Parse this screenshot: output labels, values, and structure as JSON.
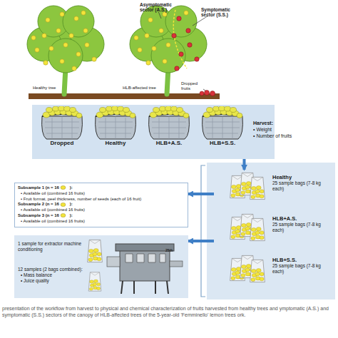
{
  "diagram": {
    "caption": "presentation of the workflow from harvest to physical and chemical characterization of fruits harvested from healthy trees and ymptomatic (A.S.) and symptomatic (S.S.) sectors of the canopy of HLB-affected trees of the 5-year-old 'Femminello' lemon trees ork.",
    "nodes": [
      {
        "text": [
          "Harvest:",
          "• Weight",
          "• Number of fruits"
        ]
      },
      {
        "text": [
          "Dropped"
        ],
        "in": 0
      },
      {
        "text": [
          "Healthy"
        ],
        "in": 0
      },
      {
        "text": [
          "HLB+A.S."
        ],
        "in": 0
      },
      {
        "text": [
          "HLB+S.S."
        ],
        "in": 0
      },
      {
        "text": [
          "Healthy",
          "25 sample bags (7-8 kg each)"
        ]
      },
      {
        "text": [
          "HLB+A.S.",
          "25 sample bags (7-8 kg each)"
        ]
      },
      {
        "text": [
          "HLB+S.S.",
          "25 sample bags (7-8 kg each)"
        ]
      },
      {
        "text": [
          "Subsample 1 (n = 16",
          "):",
          "• Available oil (combined 16 fruits)",
          "• Fruit format, peel thickness, number of seeds (each of 16 fruit)",
          "Subsample 2 (n = 16",
          "):",
          "• Available oil (combined 16 fruits)",
          "Subsample 3 (n = 16",
          "):",
          "• Available oil (combined 16 fruits)"
        ]
      },
      {
        "text": [
          "1 sample for extractor machine conditioning",
          "12 samples (2 bags combined):",
          "• Mass balance",
          "• Juice quality"
        ]
      }
    ],
    "edges": [
      {
        "from": 0,
        "to": 5,
        "arrow": "to"
      },
      {
        "from": 5,
        "to": 8,
        "arrow": "to"
      },
      {
        "from": 6,
        "to": 9,
        "arrow": "to"
      }
    ],
    "labels": [
      "Asymptomatic sector (A.S.)",
      "Symptomatic sector (S.S.)",
      "Healthy tree",
      "HLB-affected tree",
      "Dropped fruits",
      "25th"
    ]
  }
}
